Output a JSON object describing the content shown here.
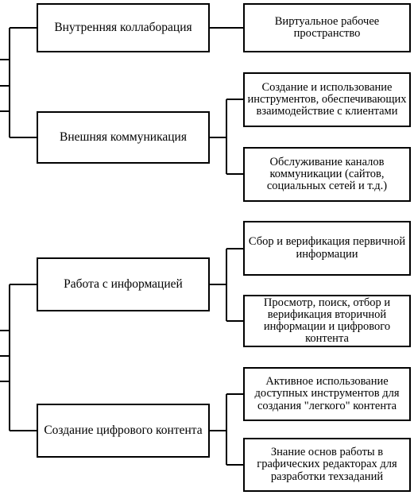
{
  "diagram": {
    "groups": [
      {
        "label": "Внутренняя коллаборация",
        "children": [
          "Виртуальное рабочее пространство"
        ]
      },
      {
        "label": "Внешняя коммуникация",
        "children": [
          "Создание и использование инструментов, обеспечивающих взаимодействие с клиентами",
          "Обслуживание каналов коммуникации (сайтов, социальных сетей и т.д.)"
        ]
      },
      {
        "label": "Работа с информацией",
        "children": [
          "Сбор и верификация первичной информации",
          "Просмотр, поиск, отбор и верификация вторичной информации и цифрового контента"
        ]
      },
      {
        "label": "Создание цифрового контента",
        "children": [
          "Активное использование доступных инструментов для создания \"легкого\" контента",
          "Знание основ работы в графических редакторах для разработки техзаданий"
        ]
      }
    ]
  }
}
